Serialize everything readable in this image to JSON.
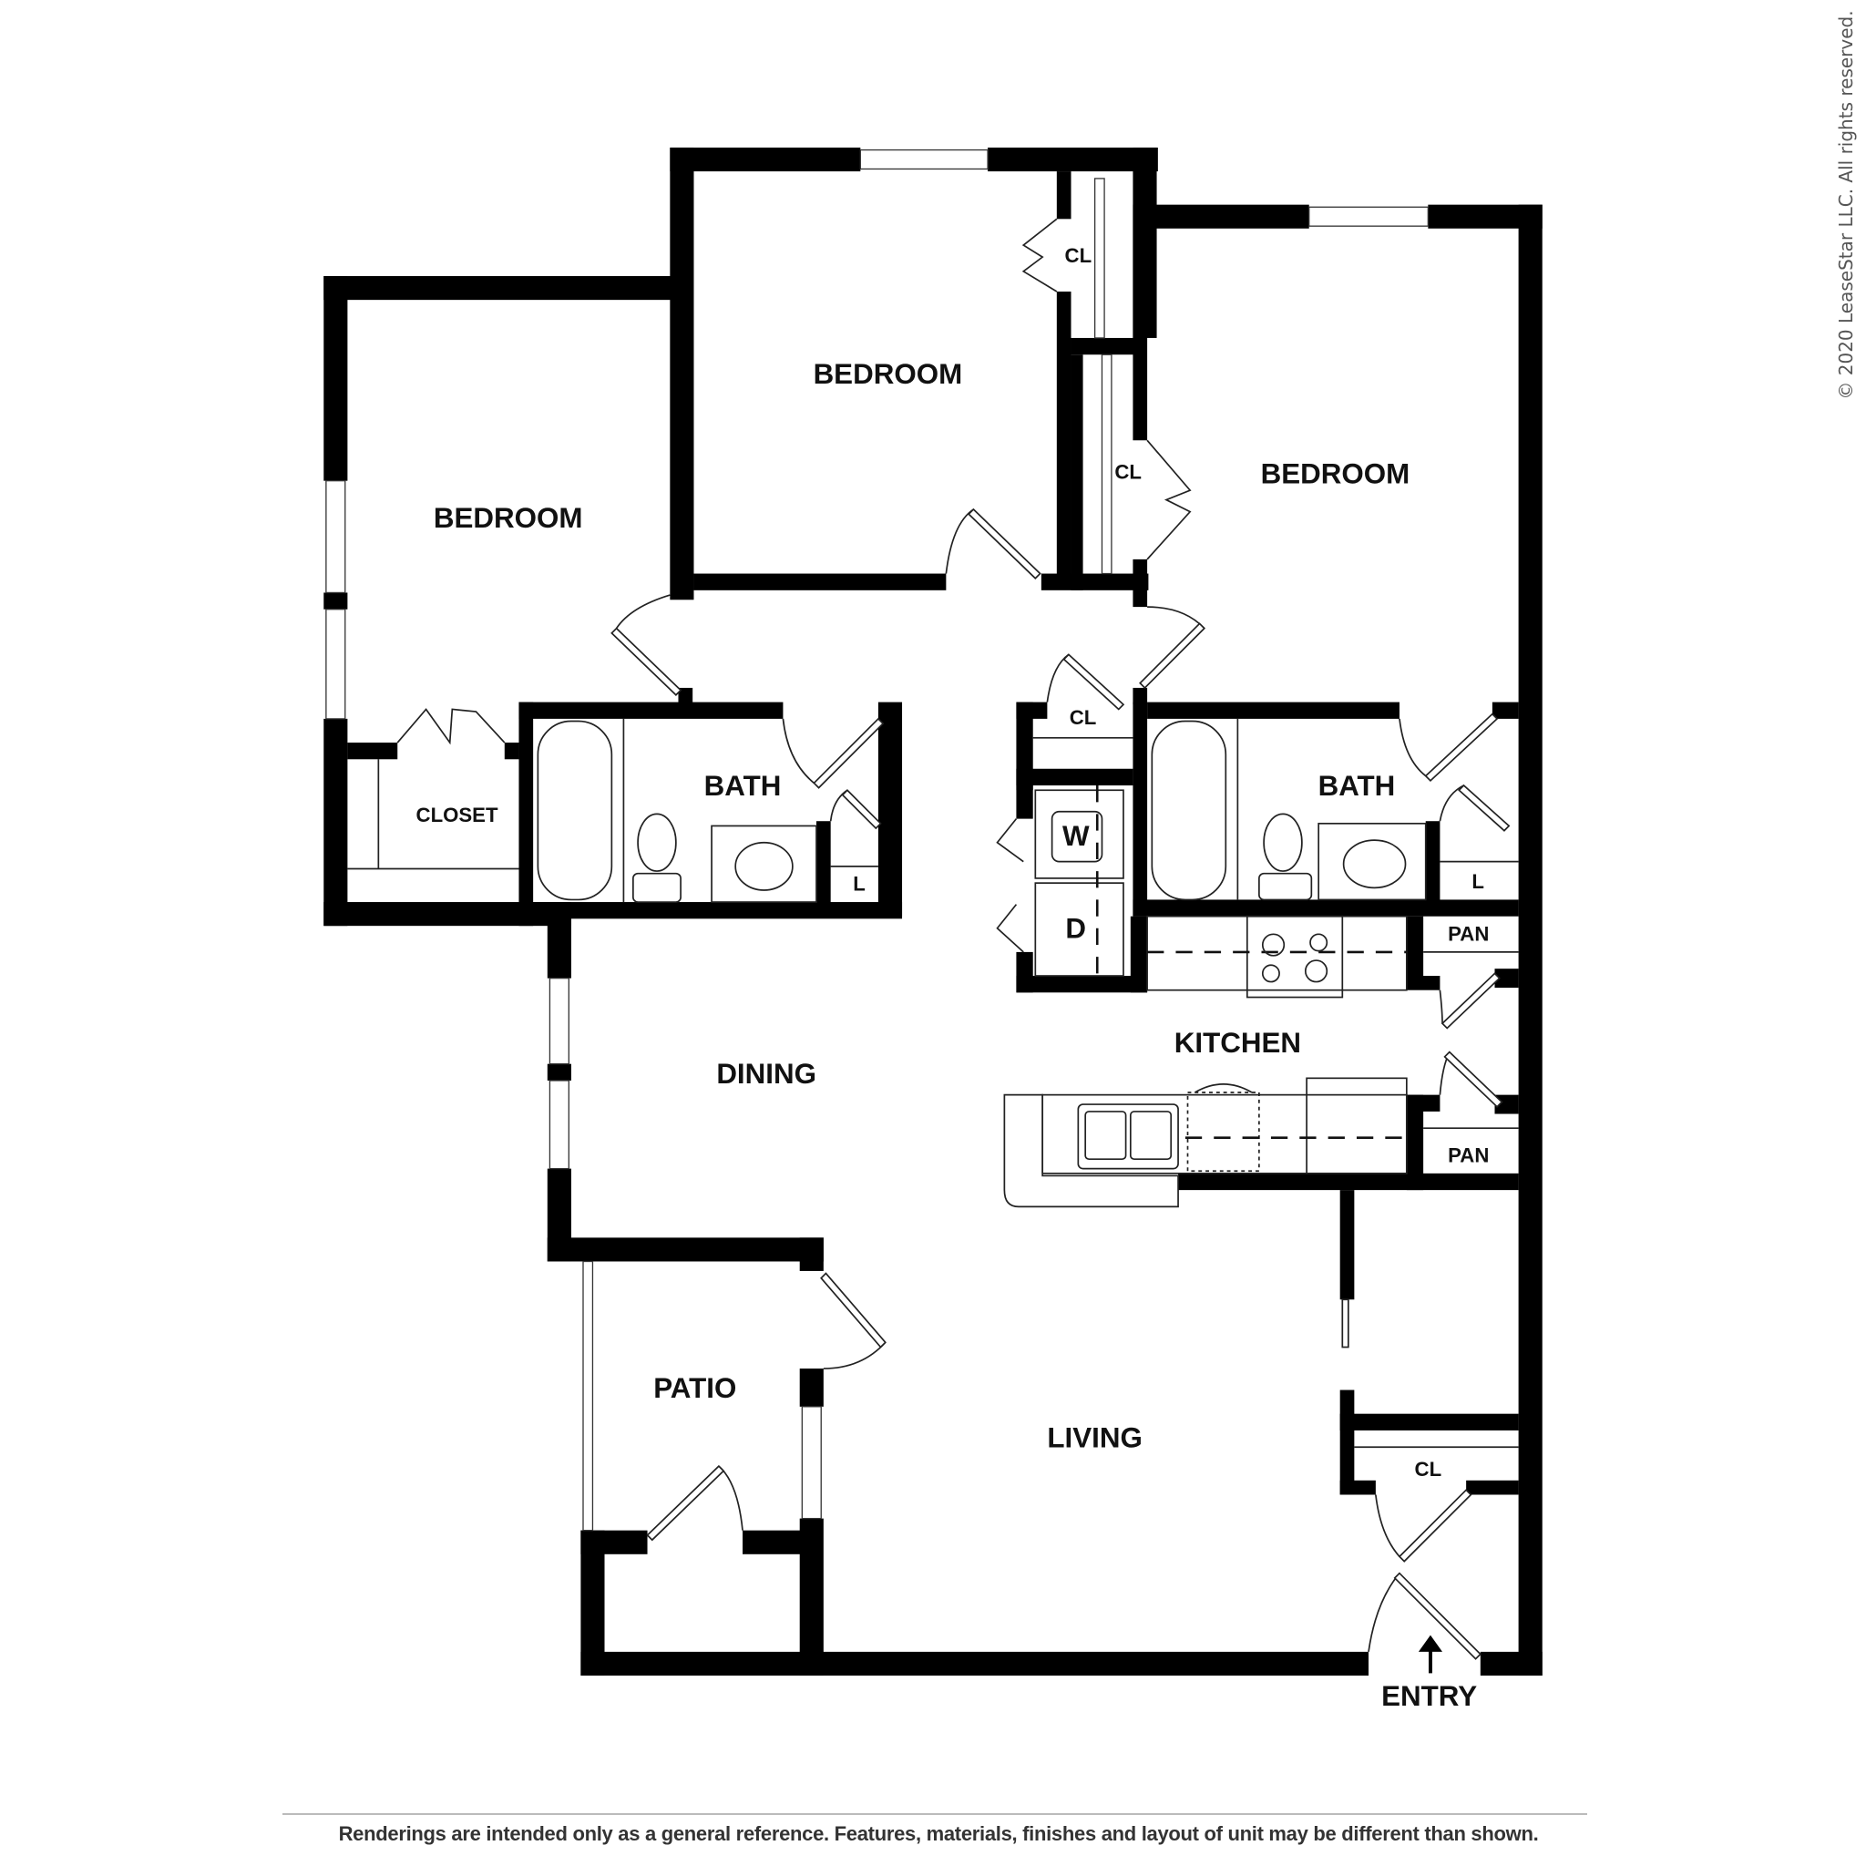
{
  "rooms": {
    "bedroom_left": "BEDROOM",
    "bedroom_middle": "BEDROOM",
    "bedroom_right": "BEDROOM",
    "closet": "CLOSET",
    "bath_left": "BATH",
    "bath_right": "BATH",
    "linen_left": "L",
    "linen_right": "L",
    "closet_mid_bedroom": "CL",
    "closet_right_bedroom": "CL",
    "closet_hall": "CL",
    "closet_entry": "CL",
    "washer": "W",
    "dryer": "D",
    "pantry_top": "PAN",
    "pantry_bottom": "PAN",
    "kitchen": "KITCHEN",
    "dining": "DINING",
    "patio": "PATIO",
    "living": "LIVING",
    "entry": "ENTRY"
  },
  "copyright": "© 2020 LeaseStar LLC. All rights reserved.",
  "disclaimer": "Renderings are intended only as a general reference. Features, materials, finishes and layout of unit may be different than shown."
}
